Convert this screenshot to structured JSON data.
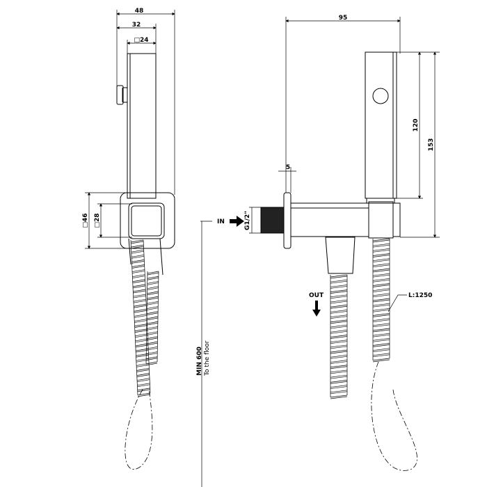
{
  "side_view": {
    "dim_width_total": "48",
    "dim_width_button": "32",
    "dim_handle_section": "□24",
    "dim_holder_outer": "□46",
    "dim_holder_inner": "□28"
  },
  "front_view": {
    "dim_total_depth": "95",
    "dim_plate_thickness": "5",
    "dim_handle_height": "120",
    "dim_total_height": "153",
    "thread_label": "G1/2\"",
    "inlet_label": "IN",
    "outlet_label": "OUT",
    "hose_length_label": "L:1250",
    "min_height_label": "MIN 600",
    "floor_label": "To the floor"
  }
}
